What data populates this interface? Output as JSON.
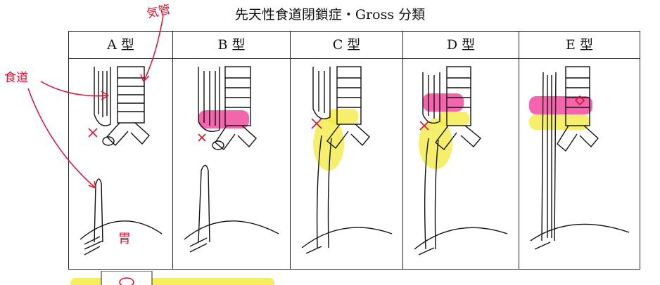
{
  "title": "先天性食道閉鎖症・Gross 分類",
  "columns": [
    {
      "label": "A 型"
    },
    {
      "label": "B 型"
    },
    {
      "label": "C 型"
    },
    {
      "label": "D 型"
    },
    {
      "label": "E 型"
    }
  ],
  "annotations": {
    "trachea": "気管",
    "esophagus": "食道",
    "stomach": "胃"
  },
  "colors": {
    "pink_highlight": "#f0409a",
    "yellow_highlight": "#f2ea3a",
    "red_annotation": "#e01030"
  }
}
